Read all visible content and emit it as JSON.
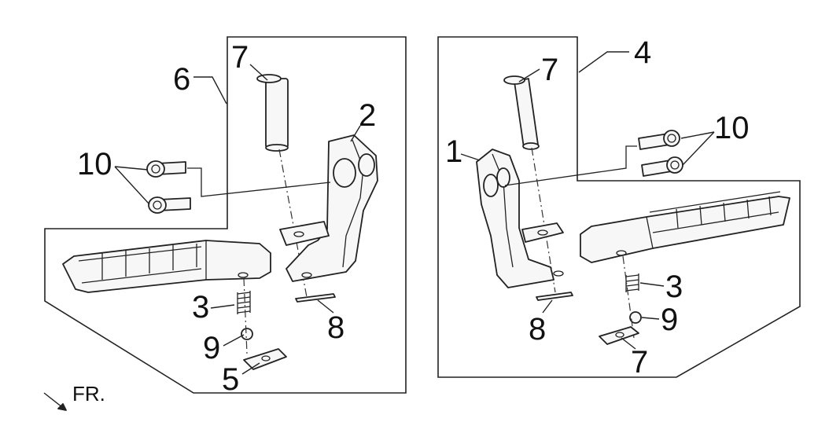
{
  "diagram": {
    "direction_label": "FR.",
    "left_assembly": {
      "frame_label": "6",
      "callouts": {
        "pin": "7",
        "bracket": "2",
        "bolts": "10",
        "spring": "3",
        "ball": "9",
        "plate": "5",
        "clip": "8"
      }
    },
    "right_assembly": {
      "frame_label": "4",
      "callouts": {
        "pin": "7",
        "bracket": "1",
        "bolts": "10",
        "spring": "3",
        "ball": "9",
        "plate": "7",
        "clip": "8"
      }
    }
  }
}
